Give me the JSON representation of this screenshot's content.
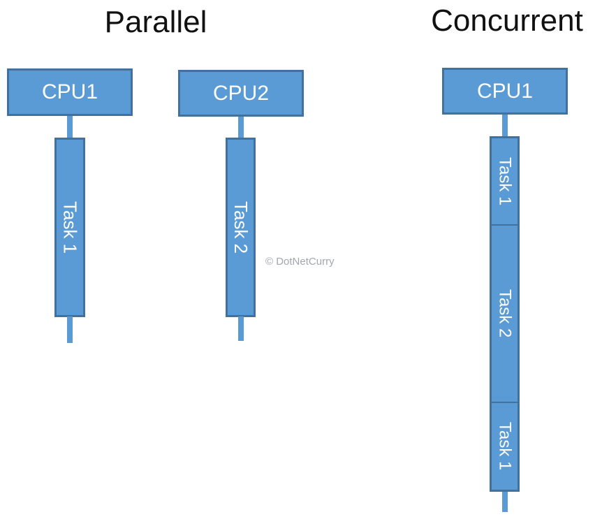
{
  "colors": {
    "shape_fill": "#5B9BD5",
    "shape_border": "#41719C",
    "shape_label": "#FFFFFF",
    "title_text": "#111111",
    "watermark_text": "#A2A7AE"
  },
  "parallel": {
    "title": "Parallel",
    "cpus": [
      {
        "label": "CPU1",
        "task": "Task 1"
      },
      {
        "label": "CPU2",
        "task": "Task 2"
      }
    ]
  },
  "concurrent": {
    "title": "Concurrent",
    "cpu": "CPU1",
    "segments": [
      "Task 1",
      "Task 2",
      "Task 1"
    ]
  },
  "watermark": "© DotNetCurry"
}
